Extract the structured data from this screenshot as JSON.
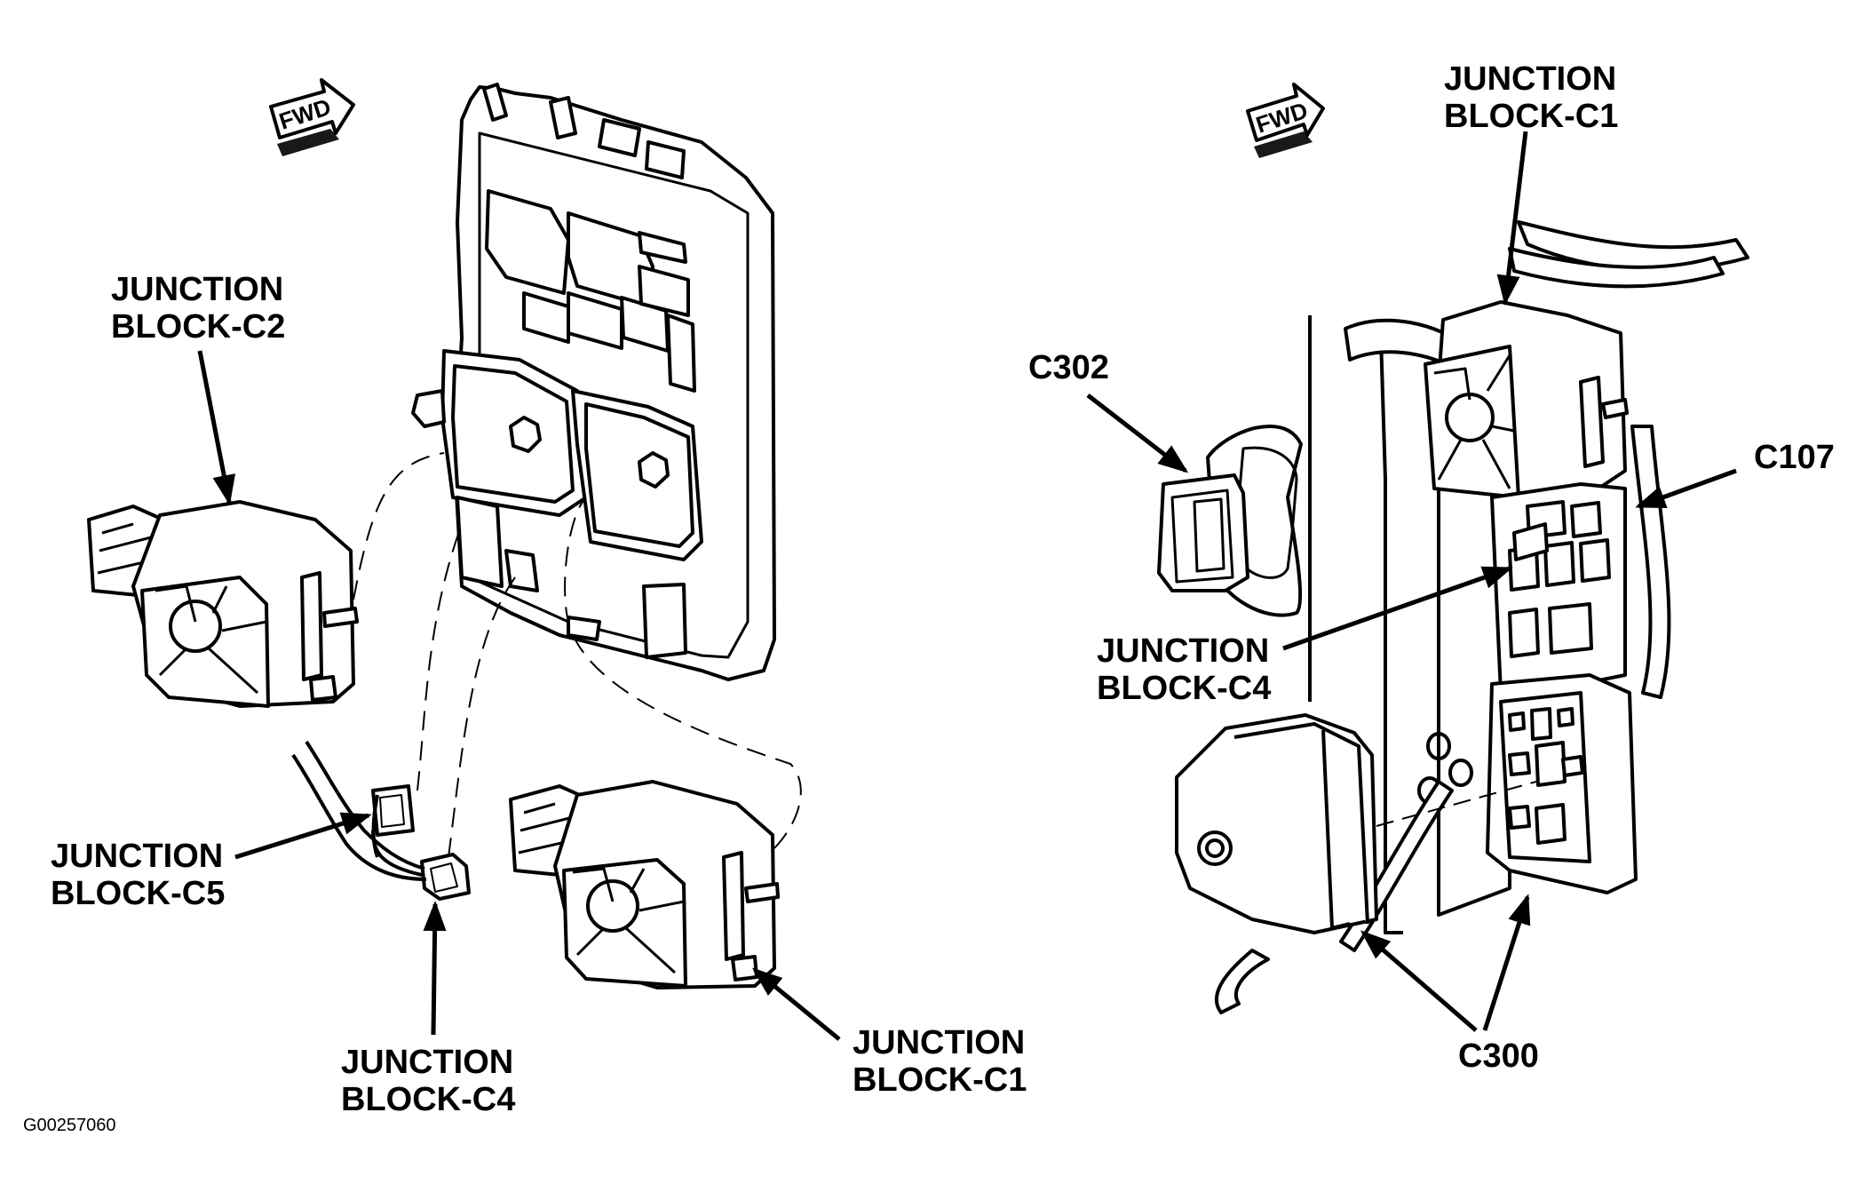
{
  "fwd_left": "FWD",
  "fwd_right": "FWD",
  "left": {
    "c2": {
      "line1": "JUNCTION",
      "line2": "BLOCK-C2"
    },
    "c5": {
      "line1": "JUNCTION",
      "line2": "BLOCK-C5"
    },
    "c4": {
      "line1": "JUNCTION",
      "line2": "BLOCK-C4"
    },
    "c1": {
      "line1": "JUNCTION",
      "line2": "BLOCK-C1"
    }
  },
  "right": {
    "c1": {
      "line1": "JUNCTION",
      "line2": "BLOCK-C1"
    },
    "c302": "C302",
    "c107": "C107",
    "c4": {
      "line1": "JUNCTION",
      "line2": "BLOCK-C4"
    },
    "c300": "C300"
  },
  "figure_code": "G00257060"
}
